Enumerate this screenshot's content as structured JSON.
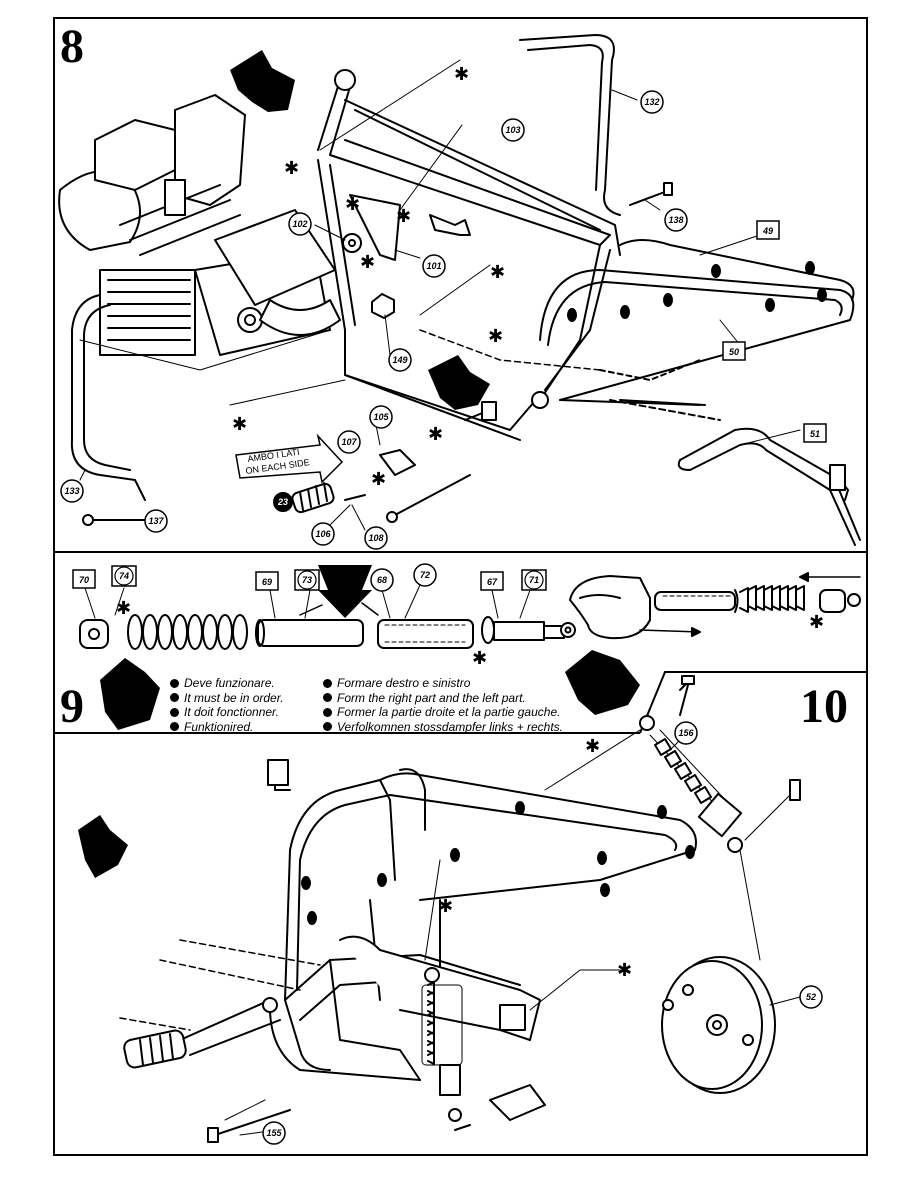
{
  "steps": {
    "step8": "8",
    "step9": "9",
    "step10": "10"
  },
  "step8_parts": [
    "132",
    "103",
    "138",
    "102",
    "49",
    "101",
    "50",
    "149",
    "105",
    "107",
    "51",
    "23",
    "106",
    "108",
    "133",
    "137"
  ],
  "step9_parts": [
    "70",
    "74",
    "69",
    "73",
    "68",
    "72",
    "67",
    "71"
  ],
  "step10_parts": [
    "156",
    "52",
    "155"
  ],
  "side_note": [
    "AMBO I LATI",
    "ON EACH SIDE"
  ],
  "notes_left": [
    "Deve funzionare.",
    "It must be in order.",
    "It doit fonctionner.",
    "Funktionired."
  ],
  "notes_right": [
    "Formare destro e sinistro",
    "Form the right part and the left part.",
    "Former la partie droite et la partie gauche.",
    "Verfolkomnen stossdampfer links + rechts."
  ],
  "glue_symbol": "✱",
  "colors": {
    "ink": "#000000",
    "paper": "#ffffff"
  }
}
